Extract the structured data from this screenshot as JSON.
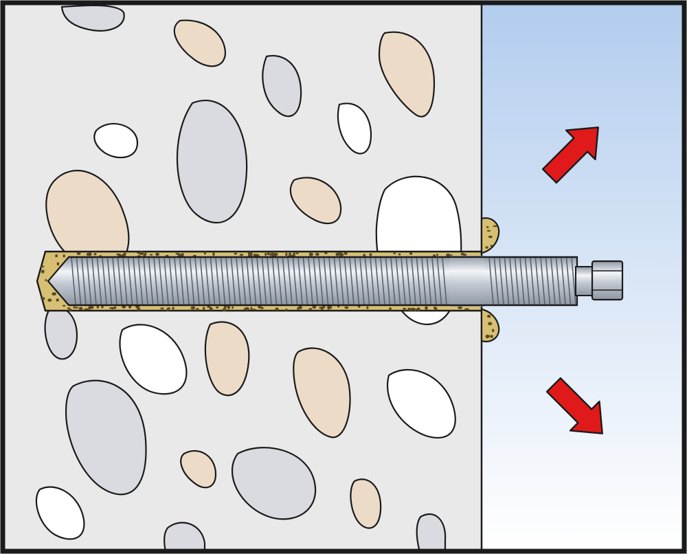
{
  "diagram": {
    "kind": "injection-anchor-installation",
    "colors": {
      "frame": "#1a1a1a",
      "concrete": "#e9e9e9",
      "sky_top": "#b3cdee",
      "sky_bottom": "#ffffff",
      "stone_beige": "#ecdcc7",
      "stone_grey": "#d9dbe0",
      "stone_white": "#ffffff",
      "mortar": "#d7bf74",
      "rod_light": "#f2f4f7",
      "rod_mid": "#c4cad3",
      "rod_dark": "#8e97a3",
      "arrow": "#e01a1a"
    },
    "arrows": [
      {
        "name": "upper-arrow",
        "direction": "down-left"
      },
      {
        "name": "lower-arrow",
        "direction": "up-left"
      }
    ],
    "icons": [
      "threaded-rod-icon",
      "hex-nut-icon",
      "arrow-icon"
    ]
  }
}
